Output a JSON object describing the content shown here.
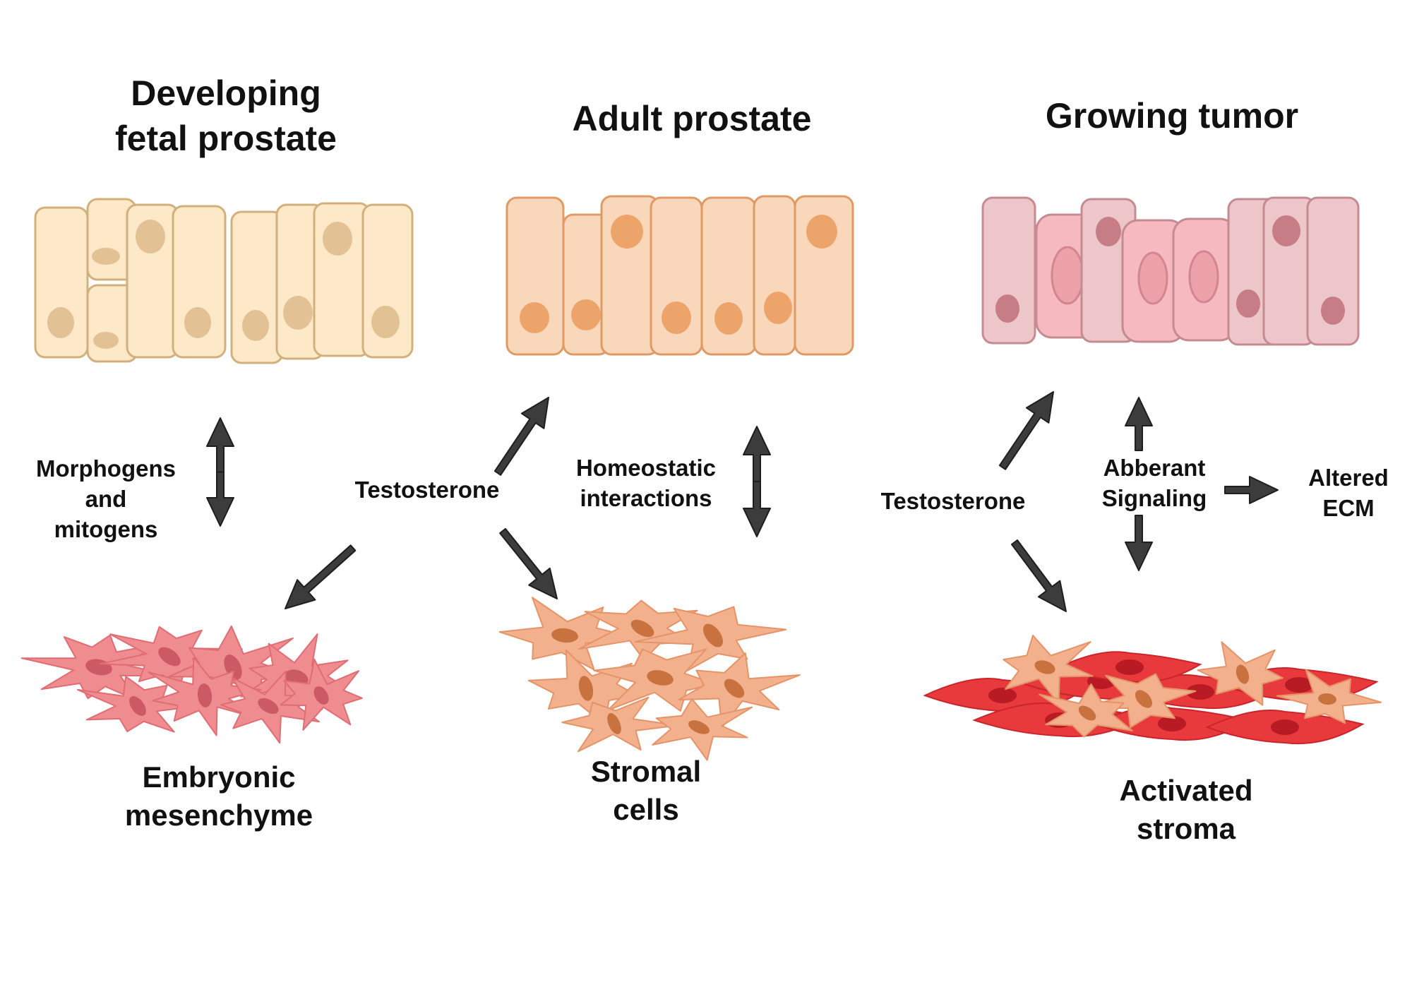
{
  "titles": {
    "fetal": [
      "Developing",
      "fetal prostate"
    ],
    "adult": "Adult prostate",
    "tumor": "Growing tumor"
  },
  "labels": {
    "morphogens": [
      "Morphogens",
      "and",
      "mitogens"
    ],
    "testosterone_left": "Testosterone",
    "homeostatic": [
      "Homeostatic",
      "interactions"
    ],
    "testosterone_right": "Testosterone",
    "abberant": [
      "Abberant",
      "Signaling"
    ],
    "altered_ecm": [
      "Altered",
      "ECM"
    ]
  },
  "bottom_labels": {
    "embryonic": [
      "Embryonic",
      "mesenchyme"
    ],
    "stromal": [
      "Stromal",
      "cells"
    ],
    "activated": [
      "Activated",
      "stroma"
    ]
  },
  "colors": {
    "fetal_cell_fill": "#fde9c8",
    "fetal_cell_stroke": "#d2b07e",
    "fetal_nucleus": "#e2c195",
    "adult_cell_fill": "#f8d7bb",
    "adult_cell_stroke": "#e09a64",
    "adult_nucleus": "#eda46b",
    "tumor_cell_fill": "#ecc6c8",
    "tumor_cell_stroke": "#c48b91",
    "tumor_nucleus": "#c77d86",
    "tumor_atypical_fill": "#f5b9bf",
    "mesenchyme_fill": "#ef8c90",
    "mesenchyme_nucleus": "#cc5a64",
    "stromal_fill": "#f2b08d",
    "stromal_nucleus": "#c8733f",
    "activated_red": "#e8393d",
    "activated_red_nucleus": "#b81b23",
    "arrow_fill": "#3c3c3c",
    "text": "#111111"
  },
  "icons": {
    "fetal_epithelium": "columnar-epithelium-icon",
    "adult_epithelium": "columnar-epithelium-icon",
    "tumor_epithelium": "tumor-epithelium-icon",
    "mesenchyme": "mesenchymal-cells-icon",
    "stroma": "fibroblast-cells-icon",
    "activated_stroma": "activated-stroma-icon"
  }
}
